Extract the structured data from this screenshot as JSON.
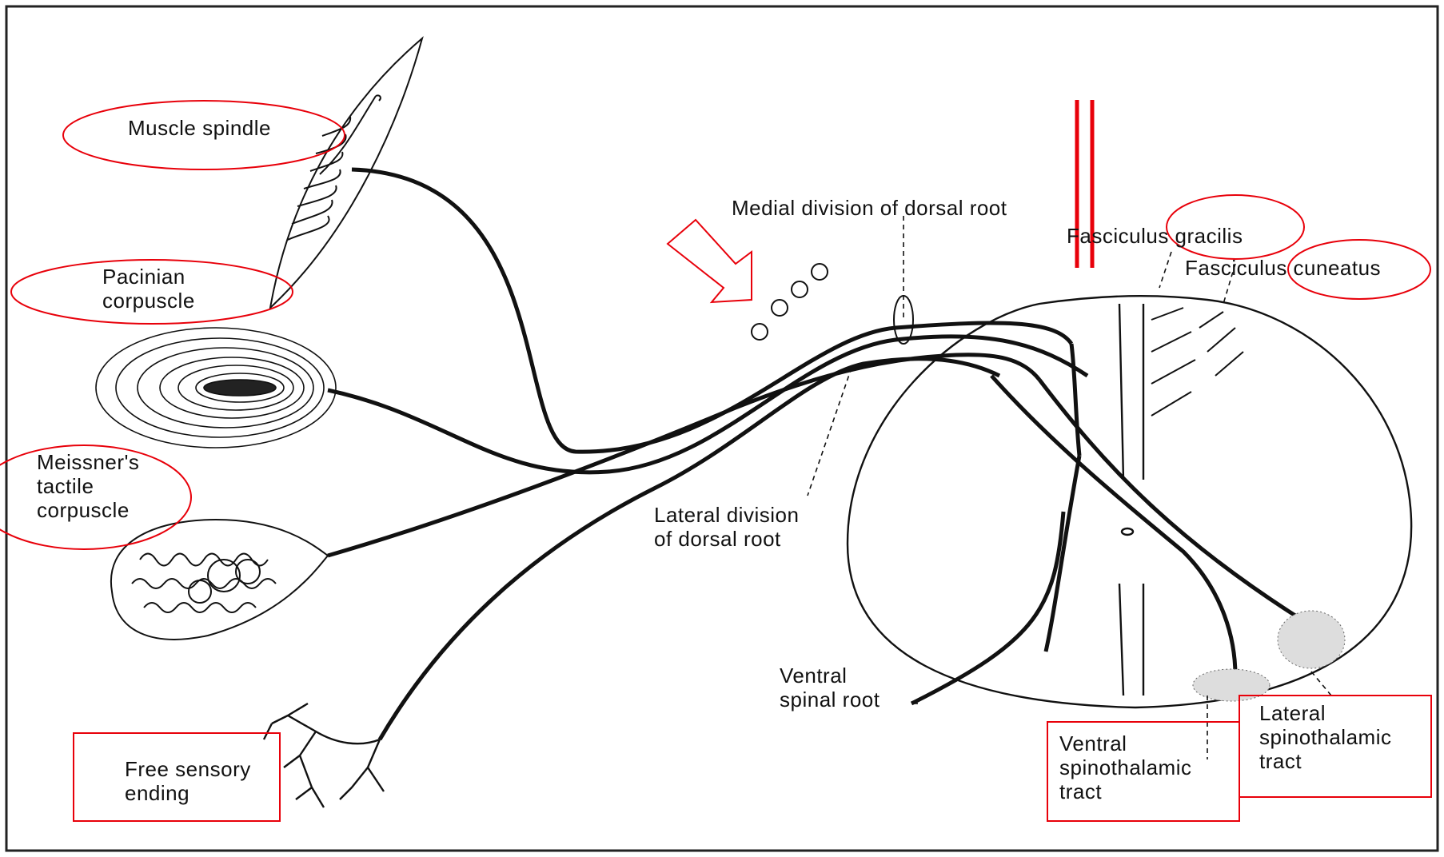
{
  "colors": {
    "ink": "#111111",
    "highlight_red": "#e8000a",
    "paper": "#ffffff"
  },
  "labels": {
    "muscle_spindle": "Muscle spindle",
    "pacinian": [
      "Pacinian",
      "corpuscle"
    ],
    "meissner": [
      "Meissner's",
      "tactile",
      "corpuscle"
    ],
    "free_ending": [
      "Free sensory",
      "ending"
    ],
    "medial_division": "Medial division of dorsal root",
    "lateral_division": [
      "Lateral division",
      "of dorsal root"
    ],
    "fasciculus_gracilis": "Fasciculus gracilis",
    "fasciculus_cuneatus": "Fasciculus cuneatus",
    "ventral_root": [
      "Ventral",
      "spinal root"
    ],
    "ventral_spinothalamic": [
      "Ventral",
      "spinothalamic",
      "tract"
    ],
    "lateral_spinothalamic": [
      "Lateral",
      "spinothalamic",
      "tract"
    ]
  }
}
